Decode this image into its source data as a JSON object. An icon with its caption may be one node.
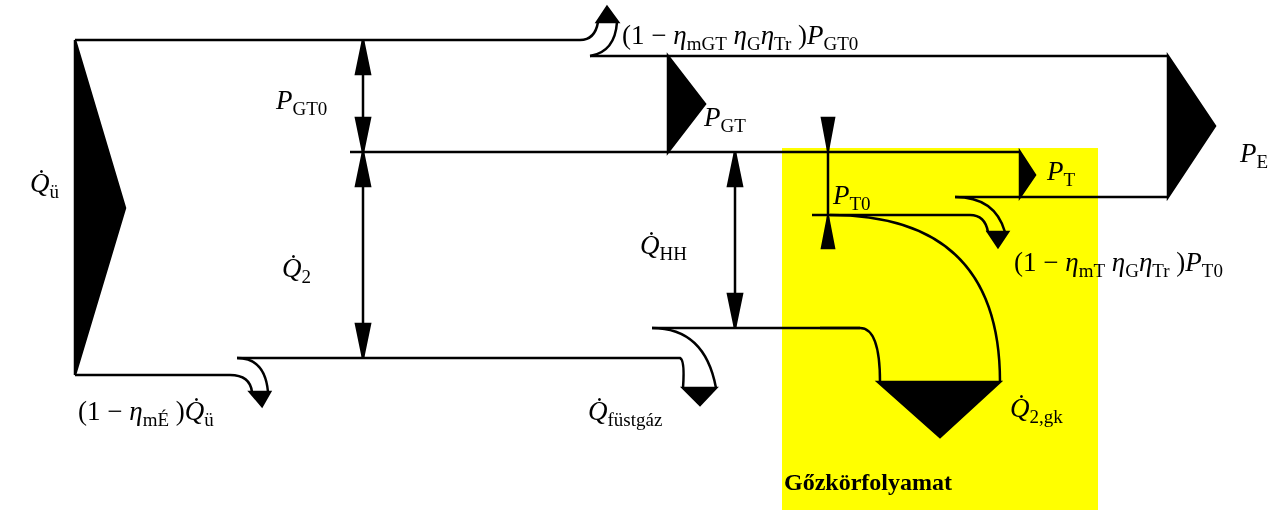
{
  "diagram": {
    "nodes": [
      {
        "text": [
          "Gőzkörfolyamat"
        ]
      }
    ],
    "labels": [
      "(1 − *η*$_{mGT}$ *η*$_{G}$*η*$_{Tr}$ )*P*$_{GT0}$",
      "*P*$_{GT0}$",
      "*P*$_{GT}$",
      "*P*$_{E}$",
      "*P*$_{T}$",
      "*Q̇*$_{ü}$",
      "*P*$_{T0}$",
      "*Q̇*$_{HH}$",
      "(1 − *η*$_{mT}$ *η*$_{G}$*η*$_{Tr}$ )*P*$_{T0}$",
      "*Q̇*$_{2}$",
      "*Q̇*$_{2,gk}$",
      "(1 − *η*$_{mÉ}$ )*Q̇*$_{ü}$",
      "*Q̇*$_{füstgáz}$"
    ]
  }
}
